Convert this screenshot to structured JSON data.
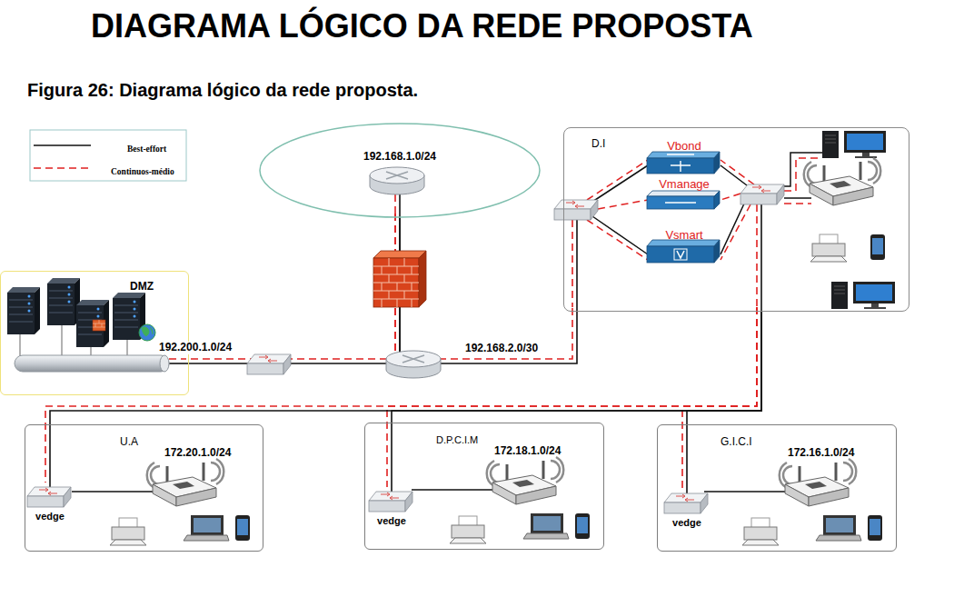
{
  "diagram": {
    "title": "DIAGRAMA LÓGICO DA REDE PROPOSTA",
    "caption": "Figura 26: Diagrama lógico da rede proposta.",
    "nodes": [
      {
        "text": [
          "192.168.1.0/24"
        ]
      },
      {
        "text": [
          "DMZ"
        ]
      },
      {
        "text": [
          "D.I"
        ]
      },
      {
        "text": [
          "Vbond"
        ],
        "in": 2
      },
      {
        "text": [
          "Vmanage"
        ],
        "in": 2
      },
      {
        "text": [
          "Vsmart"
        ],
        "in": 2
      },
      {
        "text": [
          "U.A",
          "172.20.1.0/24"
        ]
      },
      {
        "text": [
          "vedge"
        ],
        "in": 6
      },
      {
        "text": [
          "D.P.C.I.M",
          "172.18.1.0/24"
        ]
      },
      {
        "text": [
          "vedge"
        ],
        "in": 8
      },
      {
        "text": [
          "G.I.C.I",
          "172.16.1.0/24"
        ]
      },
      {
        "text": [
          "vedge"
        ],
        "in": 10
      }
    ],
    "edges": [
      {
        "from": 0,
        "to": 1,
        "arrow": "none"
      },
      {
        "from": 0,
        "to": 2,
        "arrow": "none"
      },
      {
        "from": 2,
        "to": 7,
        "arrow": "none"
      },
      {
        "from": 2,
        "to": 9,
        "arrow": "none"
      },
      {
        "from": 2,
        "to": 11,
        "arrow": "none"
      }
    ],
    "labels": [
      "192.200.1.0/24",
      "192.168.2.0/30"
    ],
    "legend": [
      {
        "text": "Best-effort"
      },
      {
        "text": "Continuos-médio"
      }
    ]
  }
}
